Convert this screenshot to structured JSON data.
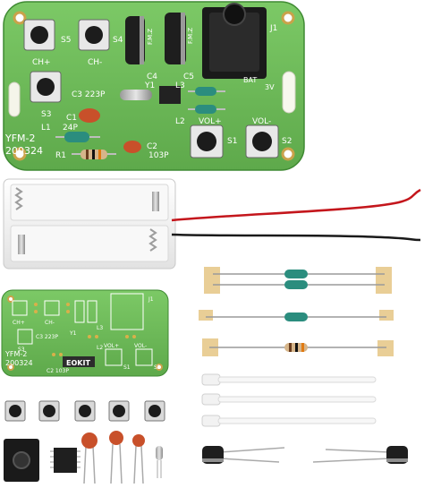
{
  "colors": {
    "pcb": "#6fbf5a",
    "pcb_dark": "#4f9b3f",
    "copper": "#d9b04a",
    "battery_holder": "#f2f2f2",
    "wire_red": "#c4161c",
    "wire_black": "#1a1a1a",
    "tape": "#e7c98b",
    "capacitor_ceramic": "#c8502a",
    "capacitor_electrolytic": "#1e1e1e"
  },
  "main_board": {
    "labels": {
      "s5": "S5",
      "s4": "S4",
      "ch_plus": "CH+",
      "ch_minus": "CH-",
      "s3": "S3",
      "c3": "C3 223P",
      "y1": "Y1",
      "l3": "L3",
      "bat": "BAT",
      "v3": "3V",
      "c1": "C1",
      "c1_val": "24P",
      "l1": "L1",
      "l2": "L2",
      "vol_plus": "VOL+",
      "vol_minus": "VOL-",
      "model": "YFM-2",
      "date": "200324",
      "r1": "R1",
      "c2": "C2",
      "c2_val": "103P",
      "s1": "S1",
      "s2": "S2",
      "j1": "J1",
      "c4": "C4",
      "c5": "C5",
      "cap_text": "F.M.Z"
    }
  },
  "small_board": {
    "labels": {
      "model": "YFM-2",
      "date": "200324",
      "brand": "EOKIT",
      "ch_plus": "CH+",
      "ch_minus": "CH-",
      "vol_plus": "VOL+",
      "vol_minus": "VOL-",
      "j1": "J1",
      "c3": "C3 223P",
      "c2": "C2 103P",
      "s3": "S3",
      "s1": "S1",
      "s2": "S2",
      "y1": "Y1",
      "l3": "L3",
      "l2": "L2"
    }
  }
}
